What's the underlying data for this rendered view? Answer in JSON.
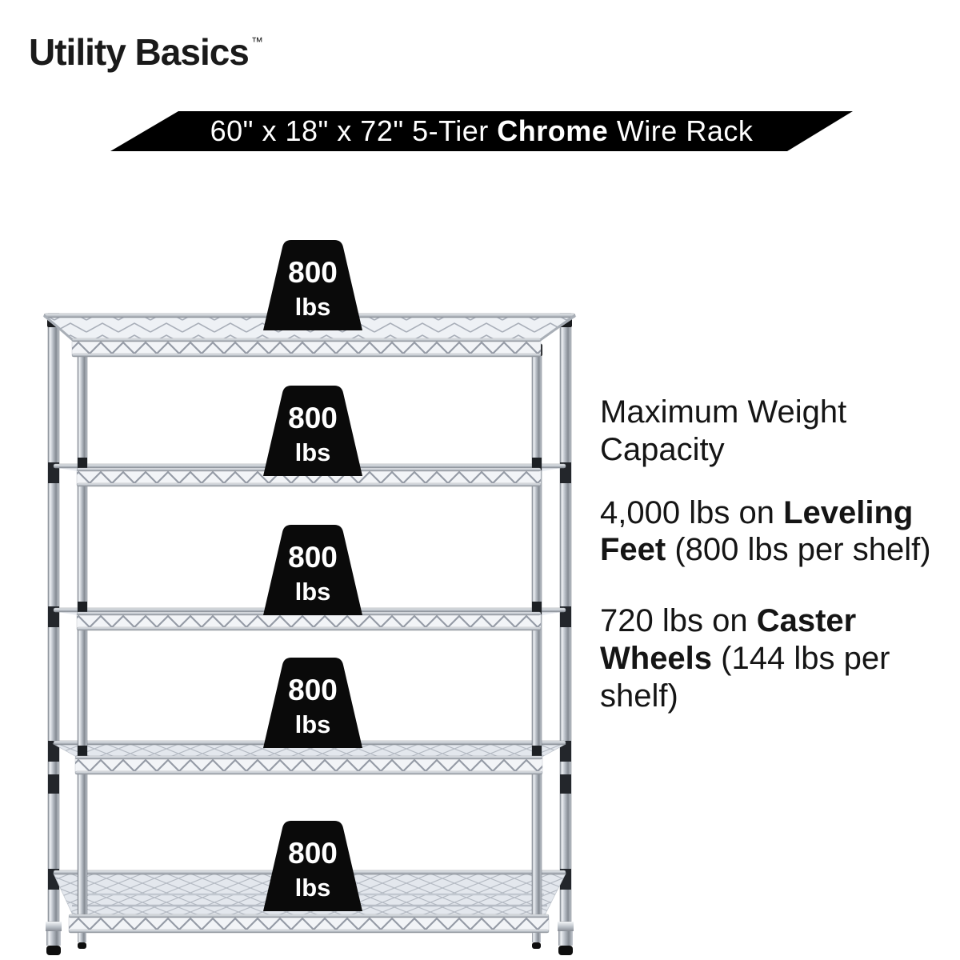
{
  "brand": {
    "name": "Utility Basics",
    "trademark": "™"
  },
  "banner": {
    "text_before": "60\" x 18\" x 72\" 5-Tier ",
    "text_bold": "Chrome",
    "text_after": " Wire Rack",
    "background": "#000000",
    "text_color": "#ffffff"
  },
  "weight_badge": {
    "value": "800",
    "unit": "lbs",
    "background": "#0a0a0a",
    "text_color": "#ffffff",
    "count": 5
  },
  "specs": {
    "title": "Maximum Weight Capacity",
    "items": [
      {
        "prefix": "4,000 lbs on ",
        "bold": "Leveling Feet",
        "suffix": " (800 lbs per shelf)"
      },
      {
        "prefix": "720 lbs on ",
        "bold": "Caster Wheels",
        "suffix": " (144 lbs per shelf)"
      }
    ]
  },
  "rack": {
    "tiers": 5,
    "finish": "chrome"
  }
}
